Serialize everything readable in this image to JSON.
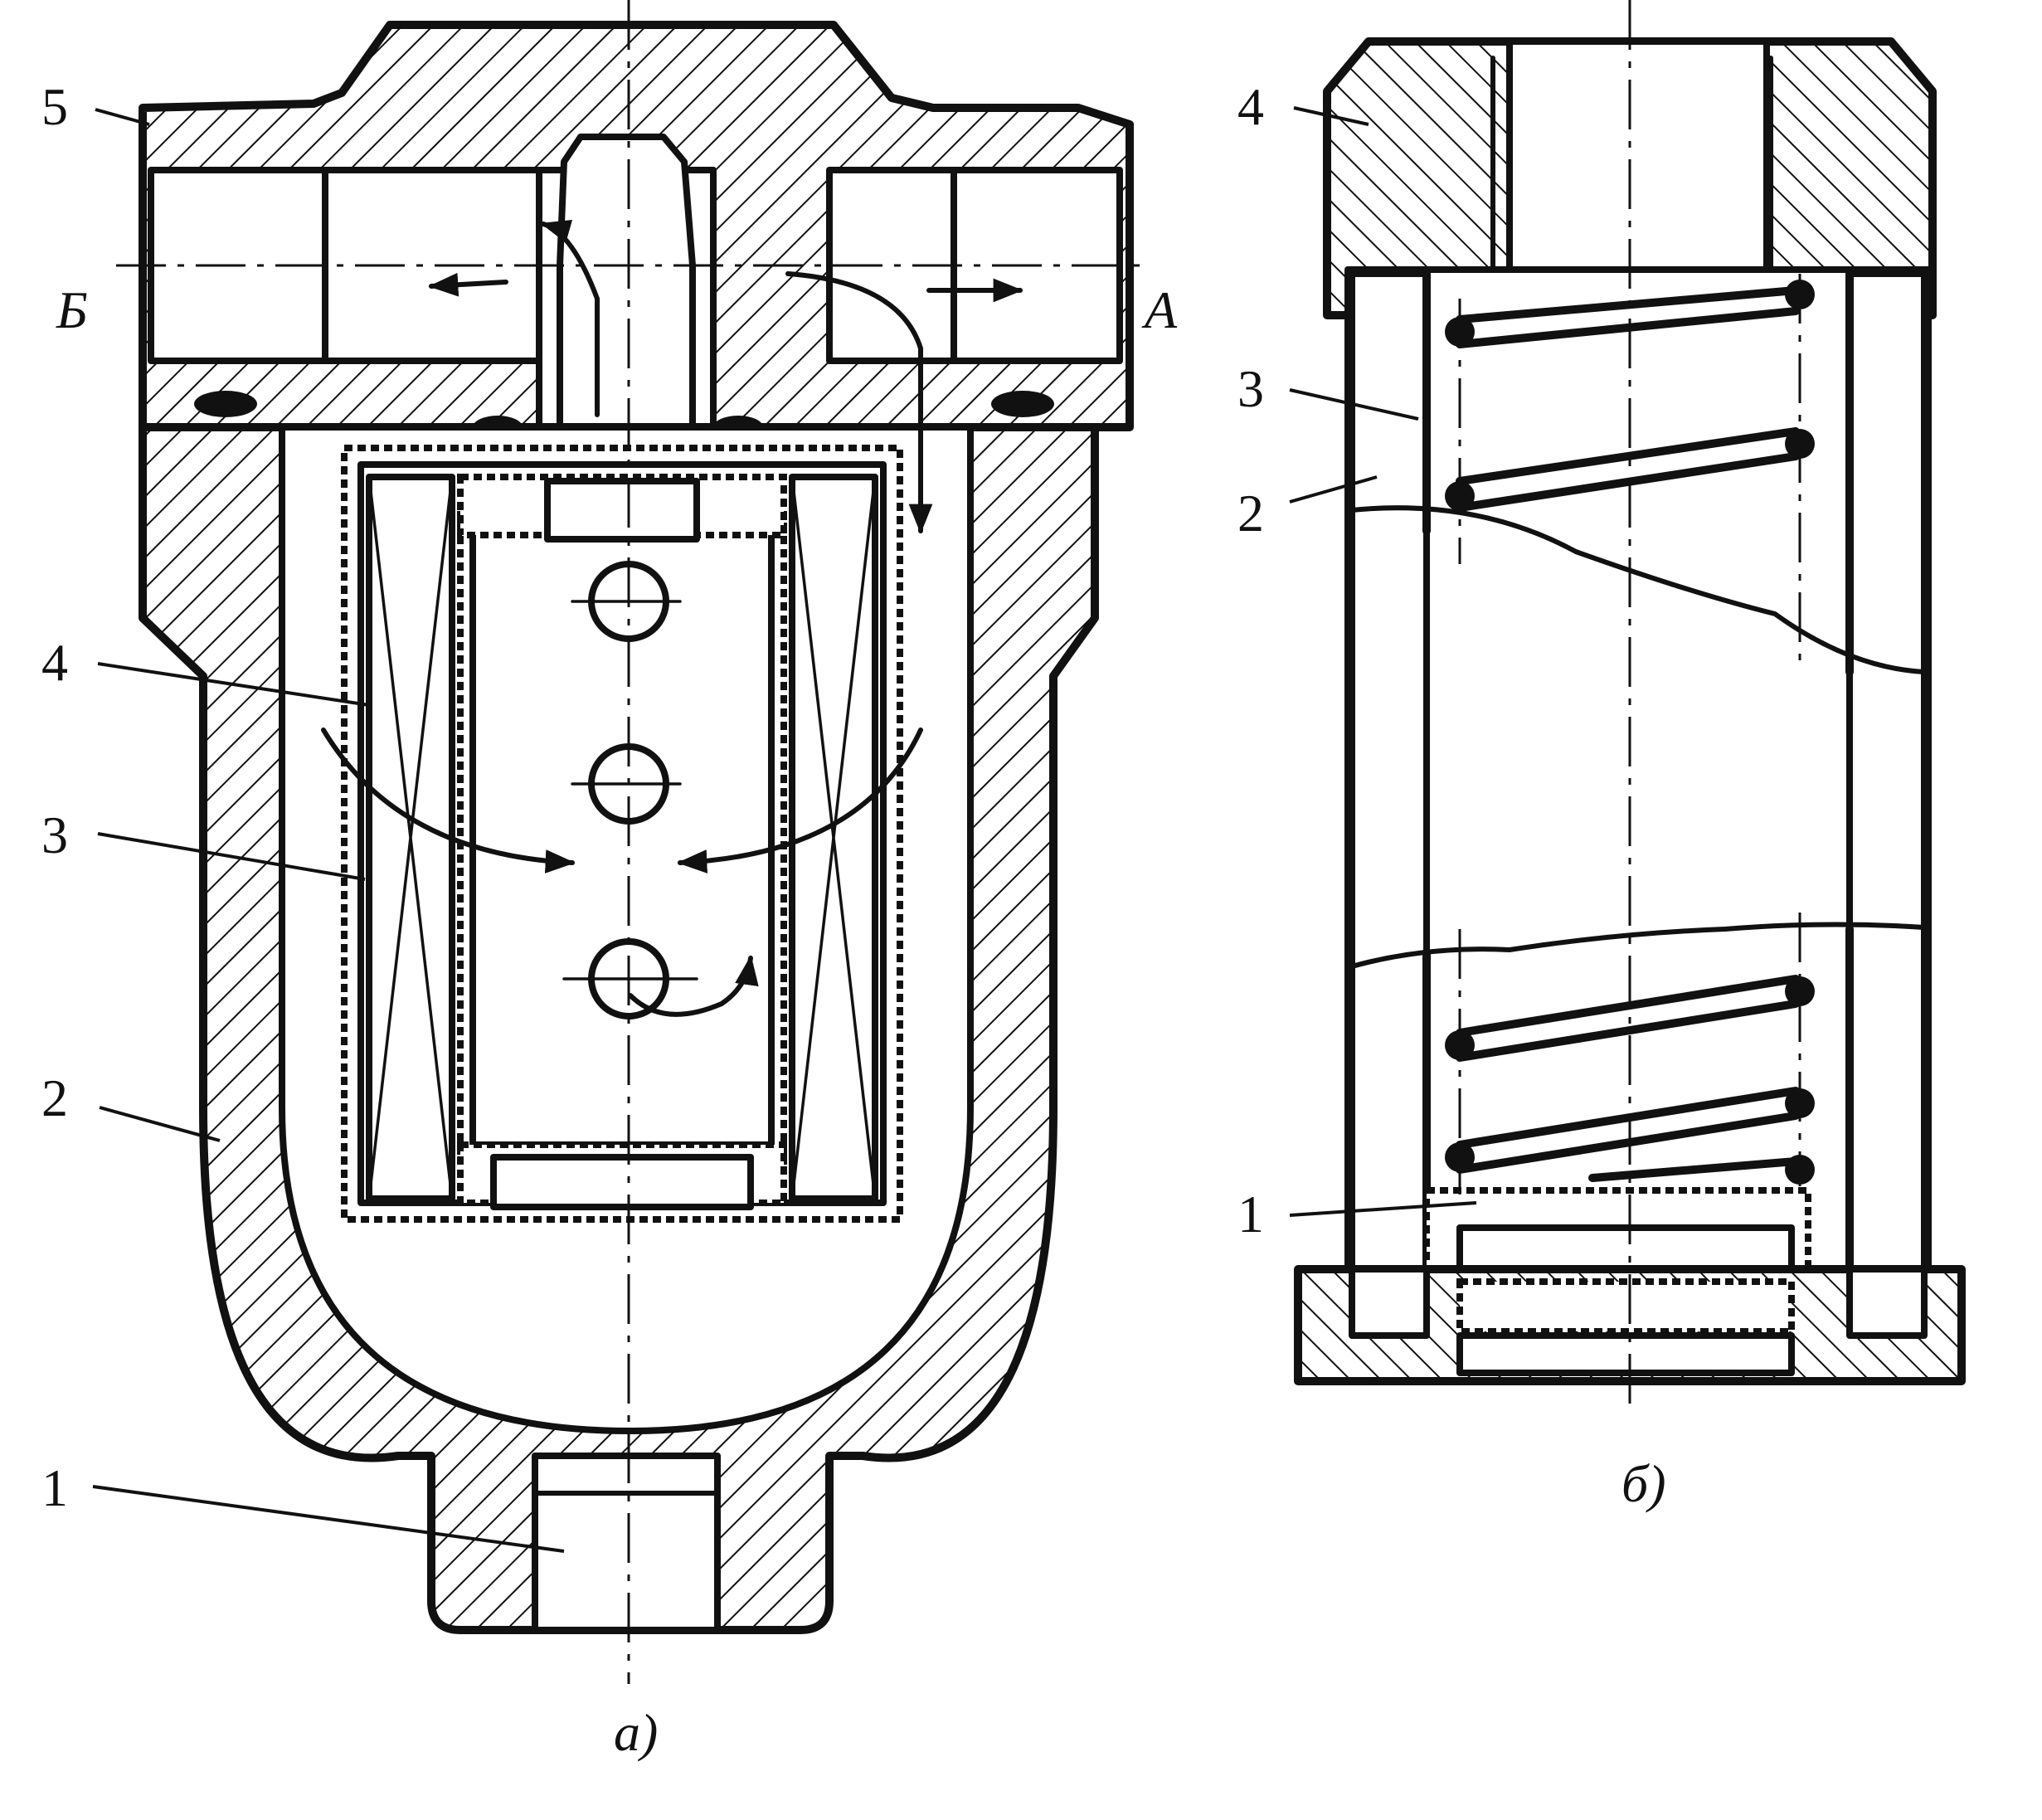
{
  "figure": {
    "view_a": {
      "caption": "а)",
      "labels": {
        "p1": "1",
        "p2": "2",
        "p3": "3",
        "p4": "4",
        "p5": "5"
      },
      "ports": {
        "outlet": "Б",
        "inlet": "А"
      }
    },
    "view_b": {
      "caption": "б)",
      "labels": {
        "p1": "1",
        "p2": "2",
        "p3": "3",
        "p4": "4"
      }
    }
  }
}
